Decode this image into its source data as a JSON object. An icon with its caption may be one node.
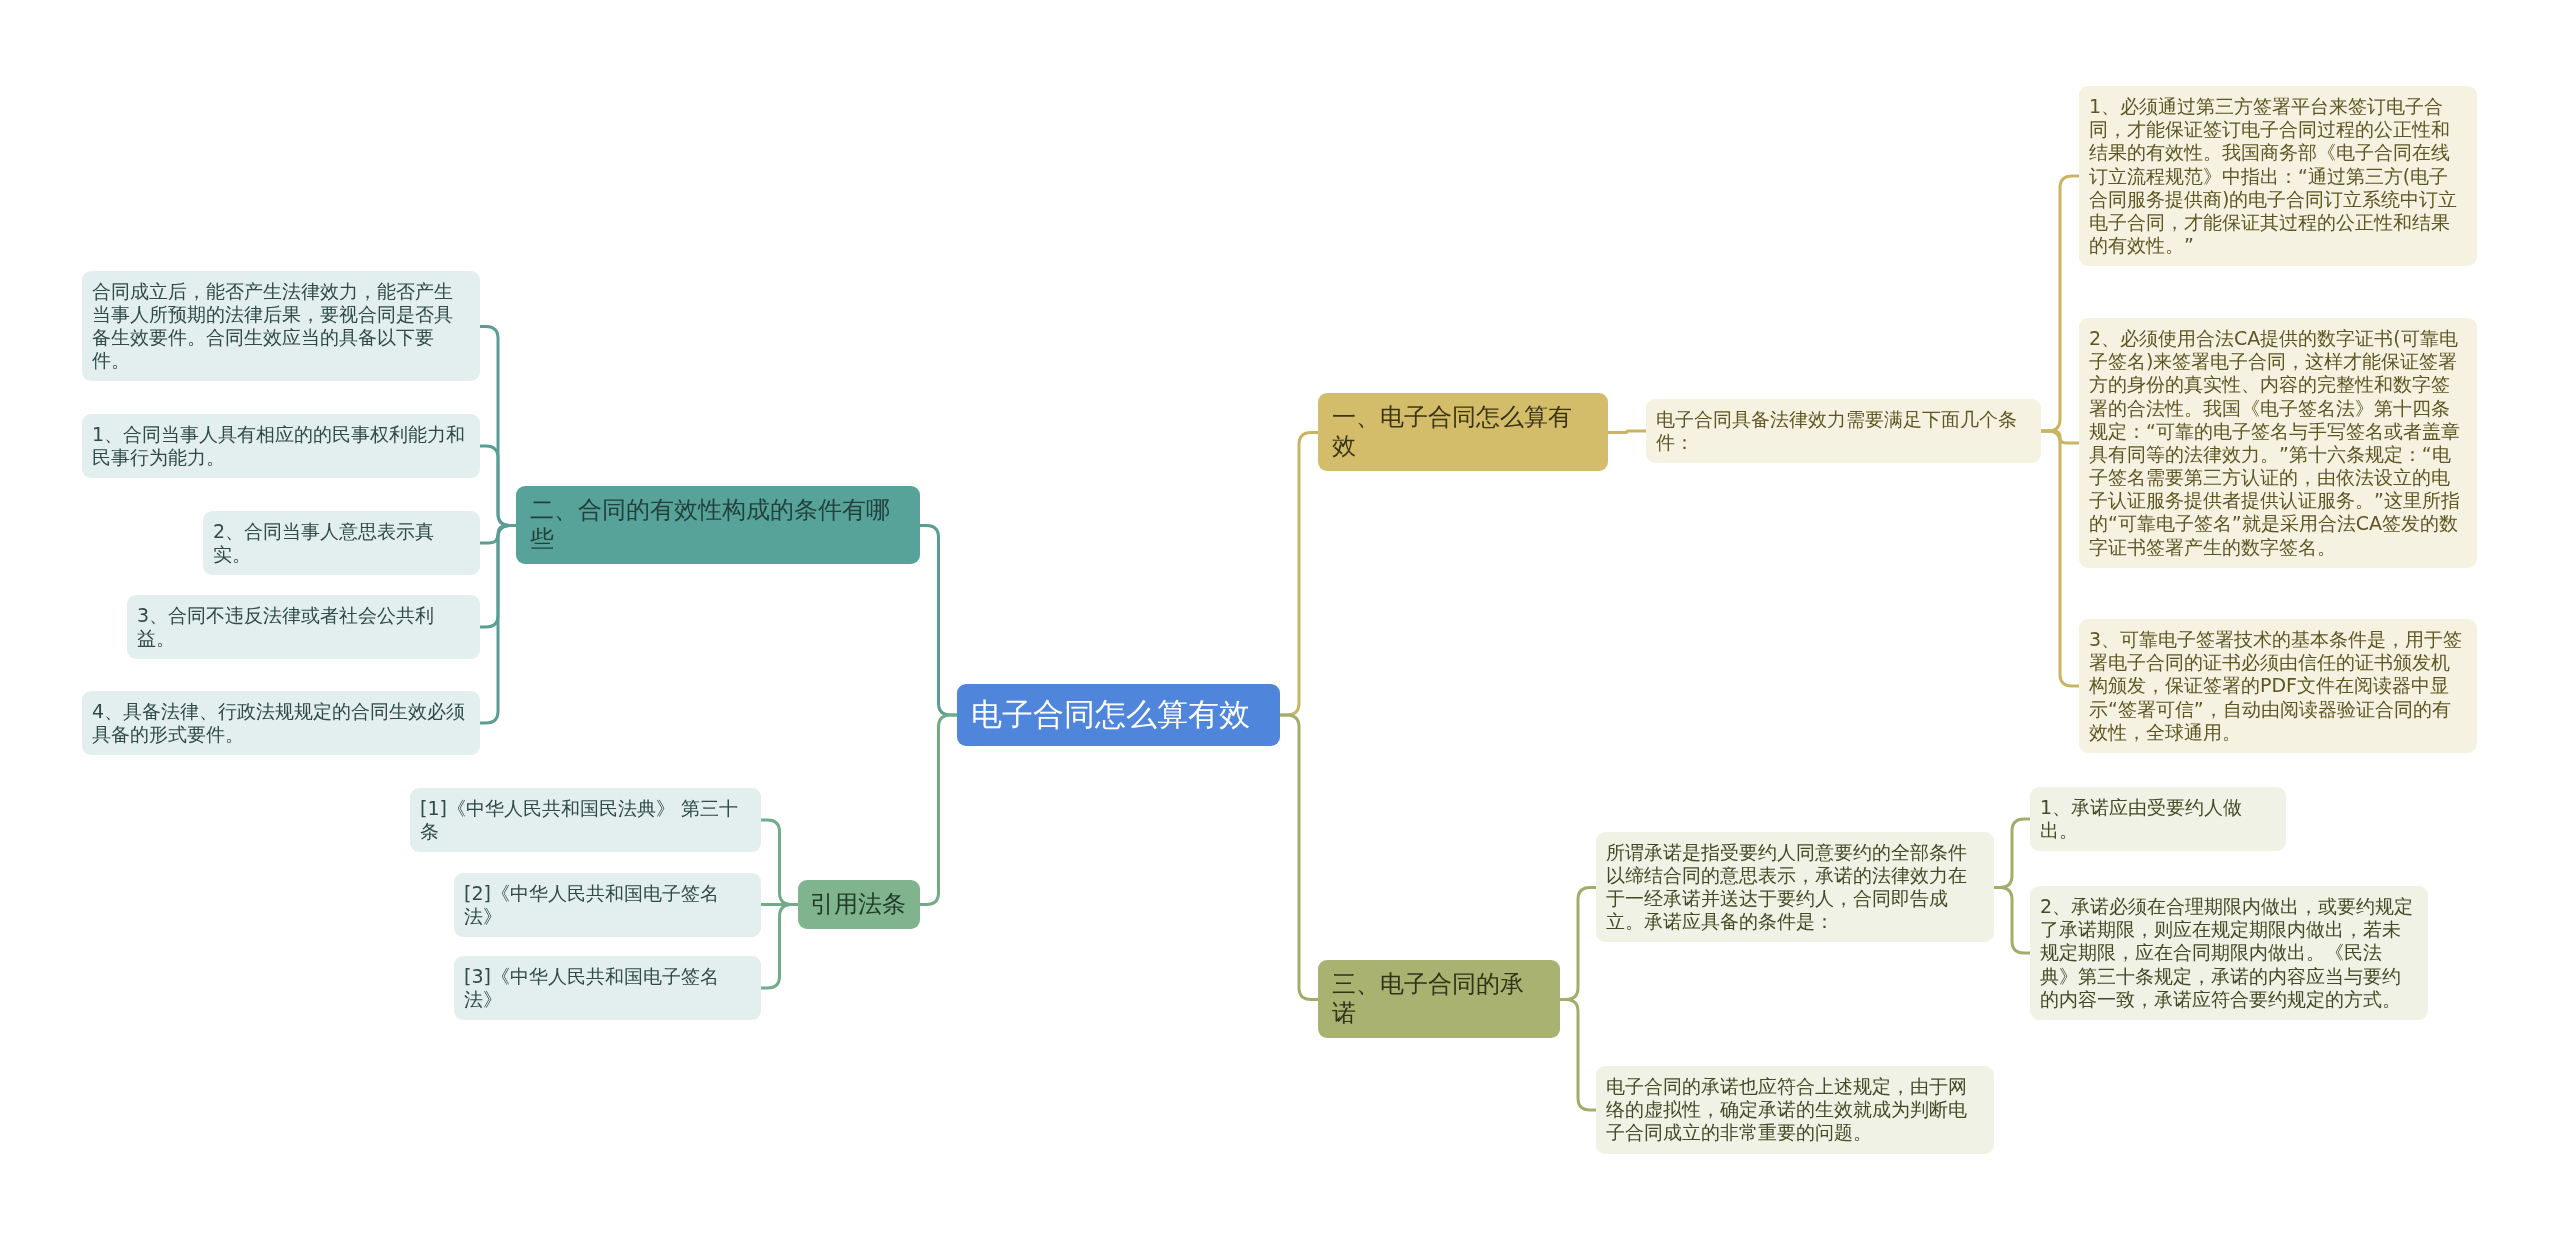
{
  "diagram": {
    "nodes": [
      {
        "text": [
          "电子合同怎么算有效"
        ]
      },
      {
        "text": [
          "一、电子合同怎么算有效"
        ]
      },
      {
        "text": [
          "电子合同具备法律效力需要满足下面几个条件："
        ]
      },
      {
        "text": [
          "1、必须通过第三方签署平台来签订电子合同，才能保证签订电子合同过程的公正性和结果的有效性。我国商务部《电子合同在线订立流程规范》中指出：“通过第三方(电子合同服务提供商)的电子合同订立系统中订立电子合同，才能保证其过程的公正性和结果的有效性。”"
        ]
      },
      {
        "text": [
          "2、必须使用合法CA提供的数字证书(可靠电子签名)来签署电子合同，这样才能保证签署方的身份的真实性、内容的完整性和数字签署的合法性。我国《电子签名法》第十四条规定：“可靠的电子签名与手写签名或者盖章具有同等的法律效力。”第十六条规定：“电子签名需要第三方认证的，由依法设立的电子认证服务提供者提供认证服务。”这里所指的“可靠电子签名”就是采用合法CA签发的数字证书签署产生的数字签名。"
        ]
      },
      {
        "text": [
          "3、可靠电子签署技术的基本条件是，用于签署电子合同的证书必须由信任的证书颁发机构颁发，保证签署的PDF文件在阅读器中显示“签署可信”，自动由阅读器验证合同的有效性，全球通用。"
        ]
      },
      {
        "text": [
          "三、电子合同的承诺"
        ]
      },
      {
        "text": [
          "所谓承诺是指受要约人同意要约的全部条件以缔结合同的意思表示，承诺的法律效力在于一经承诺并送达于要约人，合同即告成立。承诺应具备的条件是："
        ]
      },
      {
        "text": [
          "1、承诺应由受要约人做出。"
        ]
      },
      {
        "text": [
          "2、承诺必须在合理期限内做出，或要约规定了承诺期限，则应在规定期限内做出，若未规定期限，应在合同期限内做出。《民法典》第三十条规定，承诺的内容应当与要约的内容一致，承诺应符合要约规定的方式。"
        ]
      },
      {
        "text": [
          "电子合同的承诺也应符合上述规定，由于网络的虚拟性，确定承诺的生效就成为判断电子合同成立的非常重要的问题。"
        ]
      },
      {
        "text": [
          "二、合同的有效性构成的条件有哪些"
        ]
      },
      {
        "text": [
          "合同成立后，能否产生法律效力，能否产生当事人所预期的法律后果，要视合同是否具备生效要件。合同生效应当的具备以下要件。"
        ]
      },
      {
        "text": [
          "1、合同当事人具有相应的的民事权利能力和民事行为能力。"
        ]
      },
      {
        "text": [
          "2、合同当事人意思表示真实。"
        ]
      },
      {
        "text": [
          "3、合同不违反法律或者社会公共利益。"
        ]
      },
      {
        "text": [
          "4、具备法律、行政法规规定的合同生效必须具备的形式要件。"
        ]
      },
      {
        "text": [
          "引用法条"
        ]
      },
      {
        "text": [
          "[1]《中华人民共和国民法典》 第三十条"
        ]
      },
      {
        "text": [
          "[2]《中华人民共和国电子签名法》"
        ]
      },
      {
        "text": [
          "[3]《中华人民共和国电子签名法》"
        ]
      }
    ],
    "edges": [
      {
        "from": 0,
        "to": 1,
        "arrow": "none",
        "color": "#c9b462"
      },
      {
        "from": 1,
        "to": 2,
        "arrow": "none",
        "color": "#c9b462"
      },
      {
        "from": 2,
        "to": 3,
        "arrow": "none",
        "color": "#c9b462"
      },
      {
        "from": 2,
        "to": 4,
        "arrow": "none",
        "color": "#c9b462"
      },
      {
        "from": 2,
        "to": 5,
        "arrow": "none",
        "color": "#c9b462"
      },
      {
        "from": 0,
        "to": 6,
        "arrow": "none",
        "color": "#a3ad6b"
      },
      {
        "from": 6,
        "to": 7,
        "arrow": "none",
        "color": "#a3ad6b"
      },
      {
        "from": 7,
        "to": 8,
        "arrow": "none",
        "color": "#a3ad6b"
      },
      {
        "from": 7,
        "to": 9,
        "arrow": "none",
        "color": "#a3ad6b"
      },
      {
        "from": 6,
        "to": 10,
        "arrow": "none",
        "color": "#a3ad6b"
      },
      {
        "from": 0,
        "to": 11,
        "arrow": "none"
      },
      {
        "from": 11,
        "to": 12,
        "arrow": "none"
      },
      {
        "from": 11,
        "to": 13,
        "arrow": "none"
      },
      {
        "from": 11,
        "to": 14,
        "arrow": "none"
      },
      {
        "from": 11,
        "to": 15,
        "arrow": "none"
      },
      {
        "from": 11,
        "to": 16,
        "arrow": "none"
      },
      {
        "from": 0,
        "to": 17,
        "arrow": "none",
        "color": "#72ab88"
      },
      {
        "from": 17,
        "to": 18,
        "arrow": "none",
        "color": "#72ab88"
      },
      {
        "from": 17,
        "to": 19,
        "arrow": "none",
        "color": "#72ab88"
      },
      {
        "from": 17,
        "to": 20,
        "arrow": "none",
        "color": "#72ab88"
      }
    ]
  }
}
